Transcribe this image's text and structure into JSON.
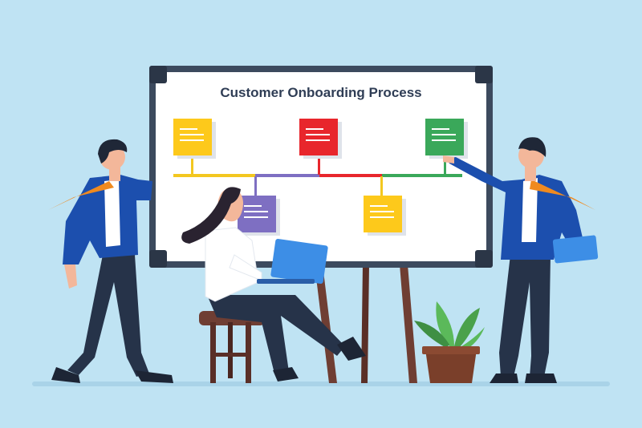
{
  "board": {
    "title": "Customer Onboarding Process"
  },
  "colors": {
    "background": "#bfe3f3",
    "board_frame": "#3c4a5e",
    "suit_blue": "#1c4fae",
    "pants_navy": "#263349",
    "tie_orange": "#f08a1f",
    "sticky_yellow": "#fdc91b",
    "sticky_red": "#e8262c",
    "sticky_green": "#3aa85a",
    "sticky_purple": "#7e6fc2",
    "timeline_yellow": "#f3c720",
    "timeline_purple": "#7e6fc2",
    "timeline_red": "#e8262c",
    "timeline_green": "#3aa85a",
    "laptop_blue": "#3d8ee6",
    "plant_green": "#5bb95a",
    "pot_brown": "#7a3f2a",
    "stool_brown": "#6f3e33"
  },
  "timeline": {
    "steps_top": [
      "sticky-yellow",
      "sticky-red",
      "sticky-green"
    ],
    "steps_bottom": [
      "sticky-purple",
      "sticky-yellow"
    ]
  }
}
